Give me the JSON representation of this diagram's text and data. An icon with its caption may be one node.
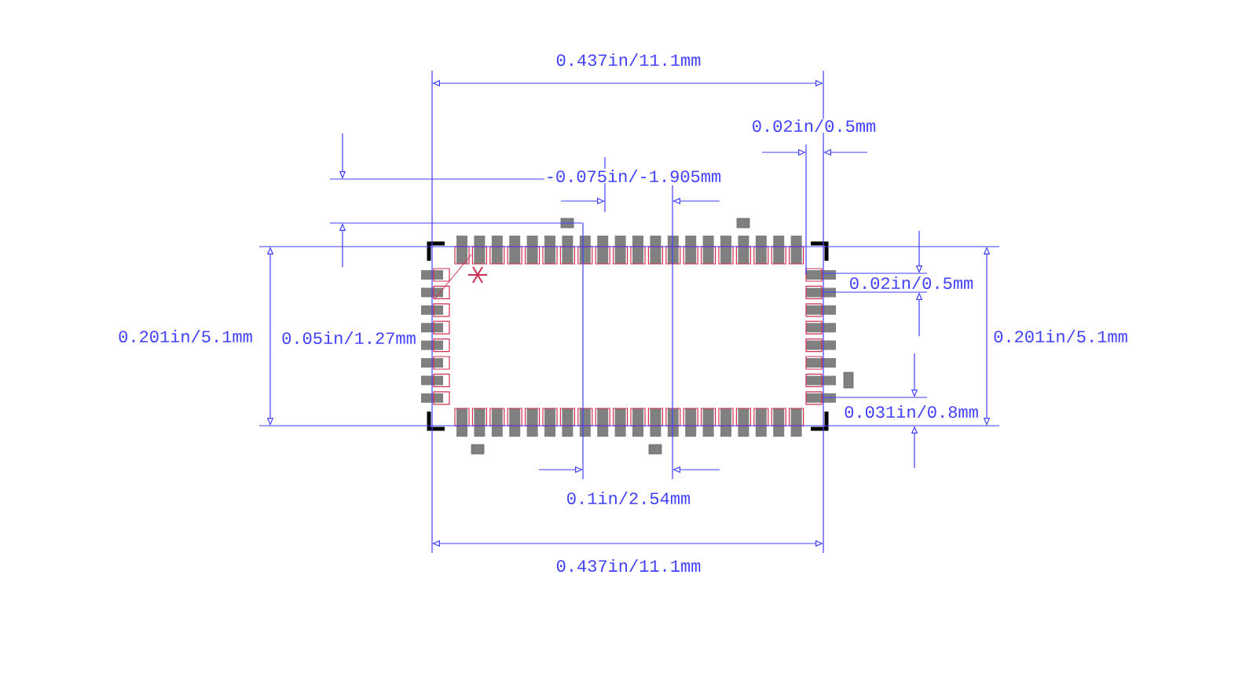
{
  "diagram": {
    "labels": [
      "0.437in/11.1mm",
      "0.02in/0.5mm",
      "-0.075in/-1.905mm",
      "0.02in/0.5mm",
      "0.201in/5.1mm",
      "0.05in/1.27mm",
      "0.201in/5.1mm",
      "0.031in/0.8mm",
      "0.1in/2.54mm",
      "0.437in/11.1mm"
    ]
  }
}
